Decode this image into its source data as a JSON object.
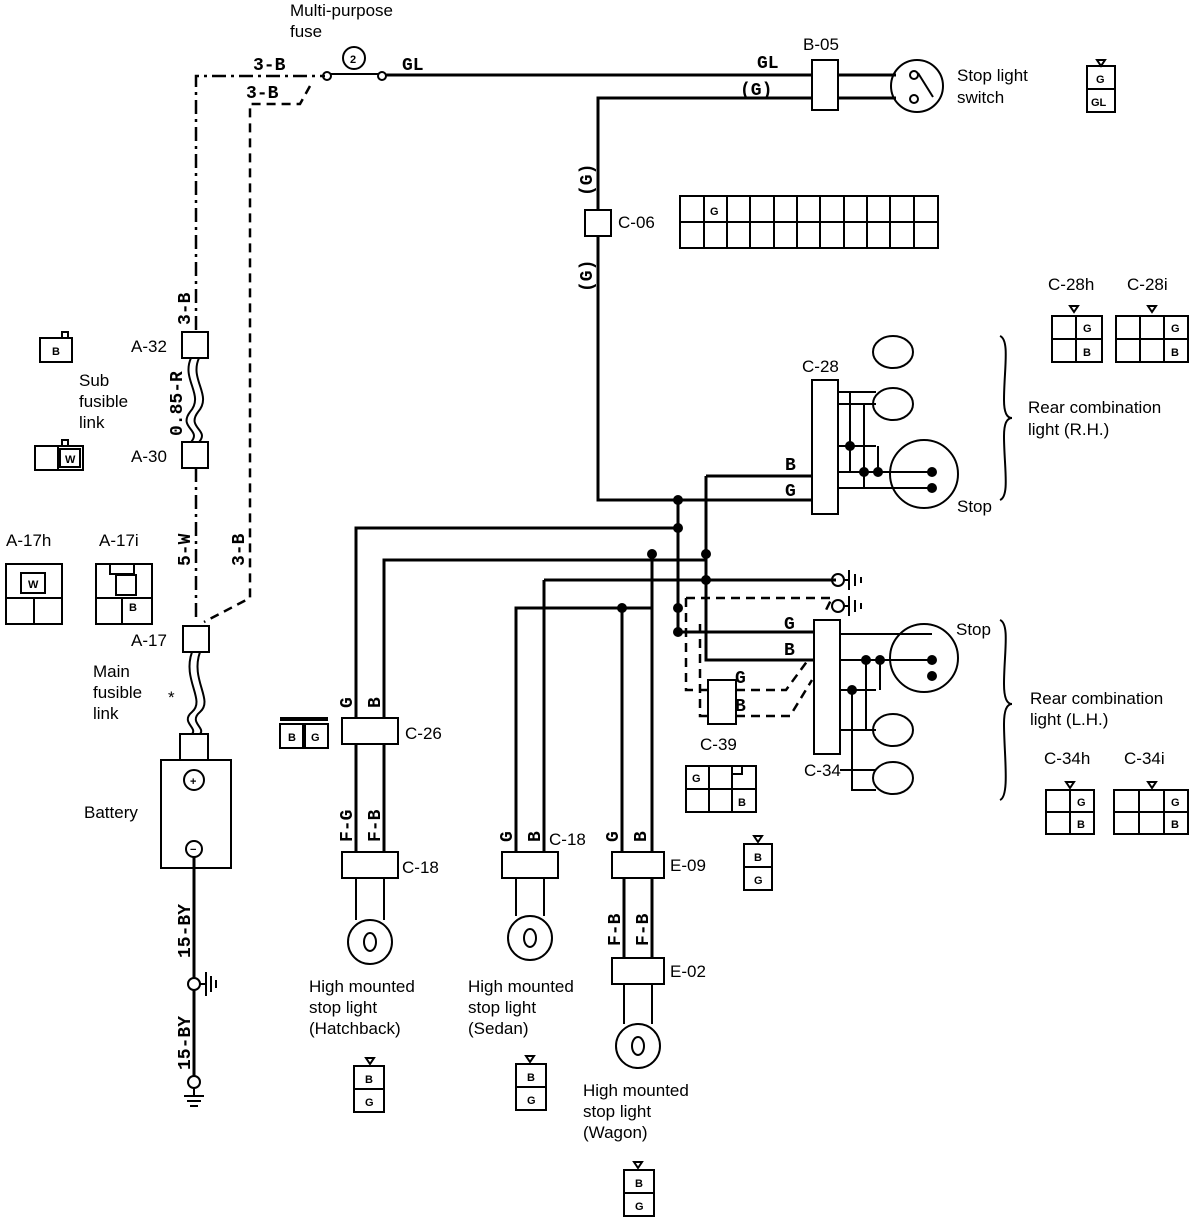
{
  "components": {
    "fuse": "Multi-purpose\nfuse",
    "fuse_number": "2",
    "stop_switch": "Stop light\nswitch",
    "sub_link": "Sub\nfusible\nlink",
    "main_link": "Main\nfusible\nlink",
    "main_link_mark": "*",
    "battery": "Battery",
    "rear_rh": "Rear combination\nlight (R.H.)",
    "rear_lh": "Rear combination\nlight (L.H.)",
    "stop_rh": "Stop",
    "stop_lh": "Stop",
    "hm_hatch": "High mounted\nstop light\n(Hatchback)",
    "hm_sedan": "High mounted\nstop light\n(Sedan)",
    "hm_wagon": "High mounted\nstop light\n(Wagon)"
  },
  "connectors": {
    "b05": "B-05",
    "c06": "C-06",
    "a32": "A-32",
    "a30": "A-30",
    "a17": "A-17",
    "c28": "C-28",
    "c34": "C-34",
    "c39": "C-39",
    "c26": "C-26",
    "c18_hatch": "C-18",
    "c18_sedan": "C-18",
    "e09": "E-09",
    "e02": "E-02",
    "a17h": "A-17h",
    "a17i": "A-17i",
    "c28h": "C-28h",
    "c28i": "C-28i",
    "c34h": "C-34h",
    "c34i": "C-34i"
  },
  "wires": {
    "w3b_top": "3-B",
    "w3b_dash_top": "3-B",
    "gl_fuse": "GL",
    "gl_switch": "GL",
    "g_paren_switch": "(G)",
    "g_paren_upper": "(G)",
    "g_paren_lower": "(G)",
    "w3b_vert": "3-B",
    "w085r": "0.85-R",
    "w5w": "5-W",
    "w3b_dash_vert": "3-B",
    "w15by_top": "15-BY",
    "w15by_bottom": "15-BY",
    "rh_b": "B",
    "rh_g": "G",
    "lh_g_top": "G",
    "lh_b_top": "B",
    "lh_g_c39": "G",
    "lh_b_c39": "B",
    "c26_g": "G",
    "c26_b": "B",
    "hatch_fg": "F-G",
    "hatch_fb": "F-B",
    "sedan_g": "G",
    "sedan_b": "B",
    "wagon_g": "G",
    "wagon_b": "B",
    "wagon_fb1": "F-B",
    "wagon_fb2": "F-B"
  },
  "pins": {
    "switch_g": "G",
    "switch_gl": "GL",
    "c06_g": "G",
    "sub_b": "B",
    "sub_w": "W",
    "a17h_w": "W",
    "a17i_b": "B",
    "c28h_g": "G",
    "c28h_b": "B",
    "c28i_g": "G",
    "c28i_b": "B",
    "c26_b": "B",
    "c26_g": "G",
    "c39_g": "G",
    "c39_b": "B",
    "free_b": "B",
    "free_g": "G",
    "c34h_g": "G",
    "c34h_b": "B",
    "c34i_g": "G",
    "c34i_b": "B",
    "hatch_b": "B",
    "hatch_g": "G",
    "sedan_b": "B",
    "sedan_g": "G",
    "wagon_b": "B",
    "wagon_g": "G"
  },
  "battery_plus": "+",
  "battery_minus": "−"
}
